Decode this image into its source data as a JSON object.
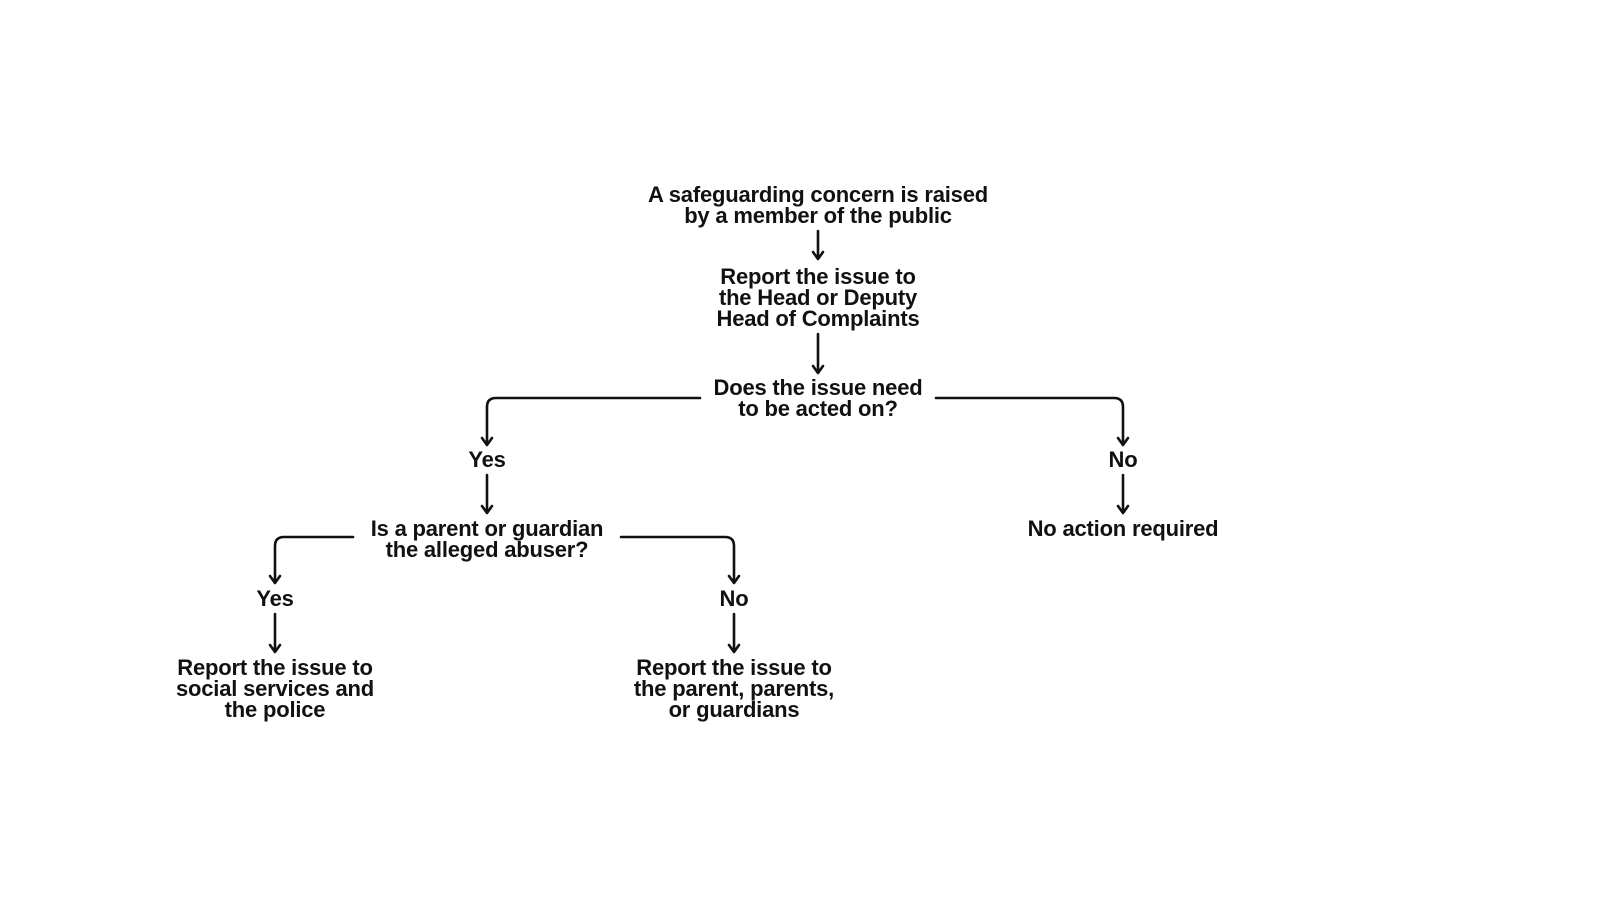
{
  "flowchart": {
    "start": {
      "lines": [
        "A safeguarding concern is raised",
        "by a member of the public"
      ]
    },
    "report_head": {
      "lines": [
        "Report the issue to",
        "the Head or Deputy",
        "Head of Complaints"
      ]
    },
    "decision_act": {
      "lines": [
        "Does the issue need",
        "to be acted on?"
      ]
    },
    "act_yes": {
      "label": "Yes"
    },
    "act_no": {
      "label": "No"
    },
    "no_action": {
      "label": "No action required"
    },
    "decision_parent": {
      "lines": [
        "Is a parent or guardian",
        "the alleged abuser?"
      ]
    },
    "parent_yes": {
      "label": "Yes"
    },
    "parent_no": {
      "label": "No"
    },
    "report_police": {
      "lines": [
        "Report the issue to",
        "social services and",
        "the police"
      ]
    },
    "report_parents": {
      "lines": [
        "Report the issue to",
        "the parent, parents,",
        "or guardians"
      ]
    }
  }
}
